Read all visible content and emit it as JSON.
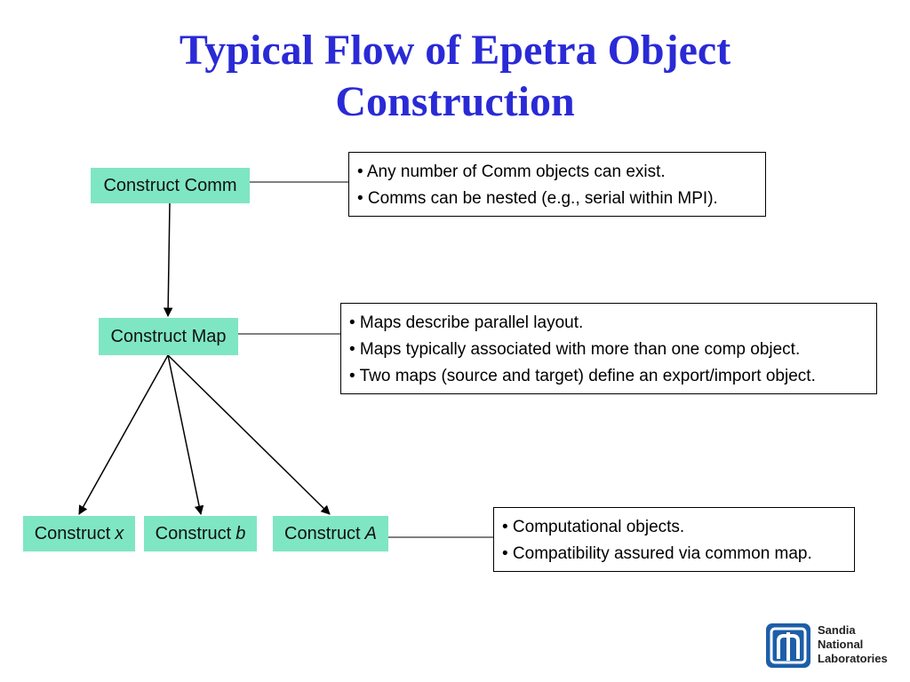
{
  "title": {
    "line1": "Typical Flow of Epetra Object",
    "line2": "Construction"
  },
  "nodes": {
    "comm": "Construct Comm",
    "map": "Construct Map",
    "x": {
      "prefix": "Construct",
      "var": "x"
    },
    "b": {
      "prefix": "Construct",
      "var": "b"
    },
    "A": {
      "prefix": "Construct",
      "var": "A"
    }
  },
  "notes": {
    "comm": [
      "• Any number of Comm objects can exist.",
      "• Comms can be nested (e.g., serial within MPI)."
    ],
    "map": [
      "• Maps describe parallel layout.",
      "• Maps typically associated with more than one comp object.",
      "• Two maps (source and target) define an export/import object."
    ],
    "objects": [
      "• Computational objects.",
      "• Compatibility assured via common map."
    ]
  },
  "logo": {
    "line1": "Sandia",
    "line2": "National",
    "line3": "Laboratories"
  },
  "colors": {
    "title": "#2a2ad6",
    "node_fill": "#7fe6c4",
    "logo_blue": "#1d5ea8"
  }
}
